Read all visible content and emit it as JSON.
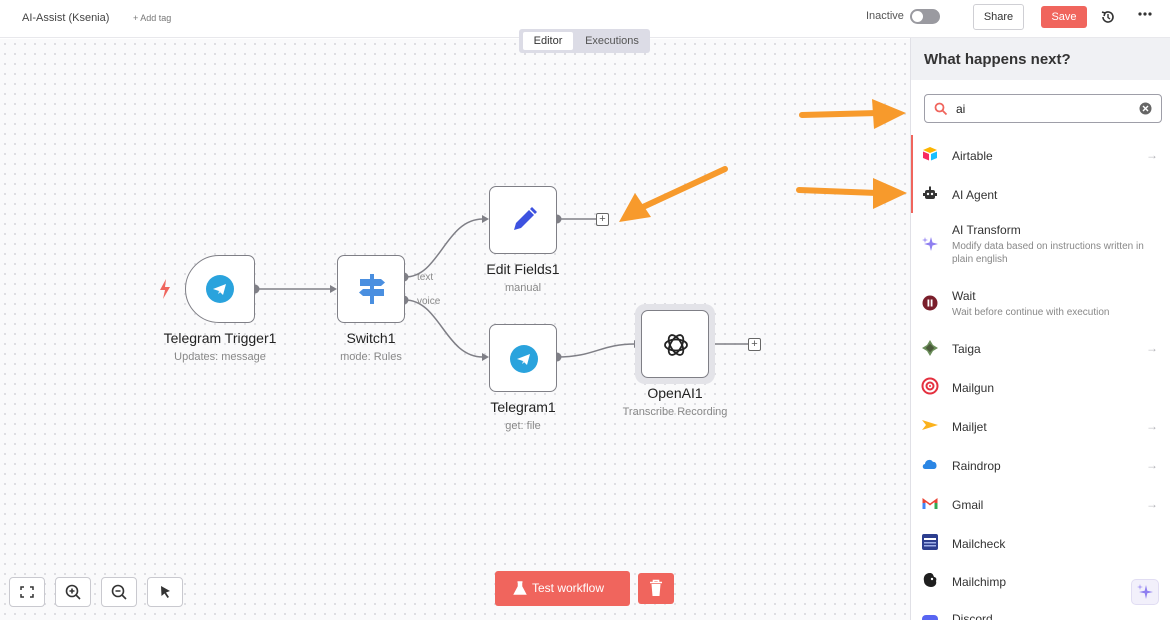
{
  "header": {
    "title": "AI-Assist (Ksenia)",
    "add_tag": "+ Add tag",
    "status_label": "Inactive",
    "share_label": "Share",
    "save_label": "Save"
  },
  "tabs": [
    {
      "label": "Editor",
      "active": true
    },
    {
      "label": "Executions",
      "active": false
    }
  ],
  "nodes": {
    "telegram_trigger": {
      "title": "Telegram Trigger1",
      "subtitle": "Updates: message"
    },
    "switch": {
      "title": "Switch1",
      "subtitle": "mode: Rules",
      "ports": [
        "text",
        "voice"
      ]
    },
    "edit_fields": {
      "title": "Edit Fields1",
      "subtitle": "manual"
    },
    "telegram": {
      "title": "Telegram1",
      "subtitle": "get: file"
    },
    "openai": {
      "title": "OpenAI1",
      "subtitle": "Transcribe Recording"
    }
  },
  "footer": {
    "test_label": "Test workflow"
  },
  "panel": {
    "title": "What happens next?",
    "search_value": "ai",
    "items": [
      {
        "label": "Airtable",
        "icon": "airtable-icon",
        "arrow": true
      },
      {
        "label": "AI Agent",
        "icon": "robot-icon",
        "arrow": false
      },
      {
        "label": "AI Transform",
        "icon": "sparkle-icon",
        "desc": "Modify data based on instructions written in plain english",
        "arrow": false
      },
      {
        "label": "Wait",
        "icon": "pause-icon",
        "desc": "Wait before continue with execution",
        "arrow": false
      },
      {
        "label": "Taiga",
        "icon": "taiga-icon",
        "arrow": true
      },
      {
        "label": "Mailgun",
        "icon": "mailgun-icon",
        "arrow": false
      },
      {
        "label": "Mailjet",
        "icon": "mailjet-icon",
        "arrow": true
      },
      {
        "label": "Raindrop",
        "icon": "raindrop-icon",
        "arrow": true
      },
      {
        "label": "Gmail",
        "icon": "gmail-icon",
        "arrow": true
      },
      {
        "label": "Mailcheck",
        "icon": "mailcheck-icon",
        "arrow": false
      },
      {
        "label": "Mailchimp",
        "icon": "mailchimp-icon",
        "arrow": false
      },
      {
        "label": "Discord",
        "icon": "discord-icon",
        "arrow": false
      }
    ]
  },
  "colors": {
    "accent": "#f0655d",
    "annotation_arrow": "#f79a2c",
    "telegram": "#2aa3dd",
    "switch": "#4a8fe0",
    "edit": "#3d52e0"
  }
}
